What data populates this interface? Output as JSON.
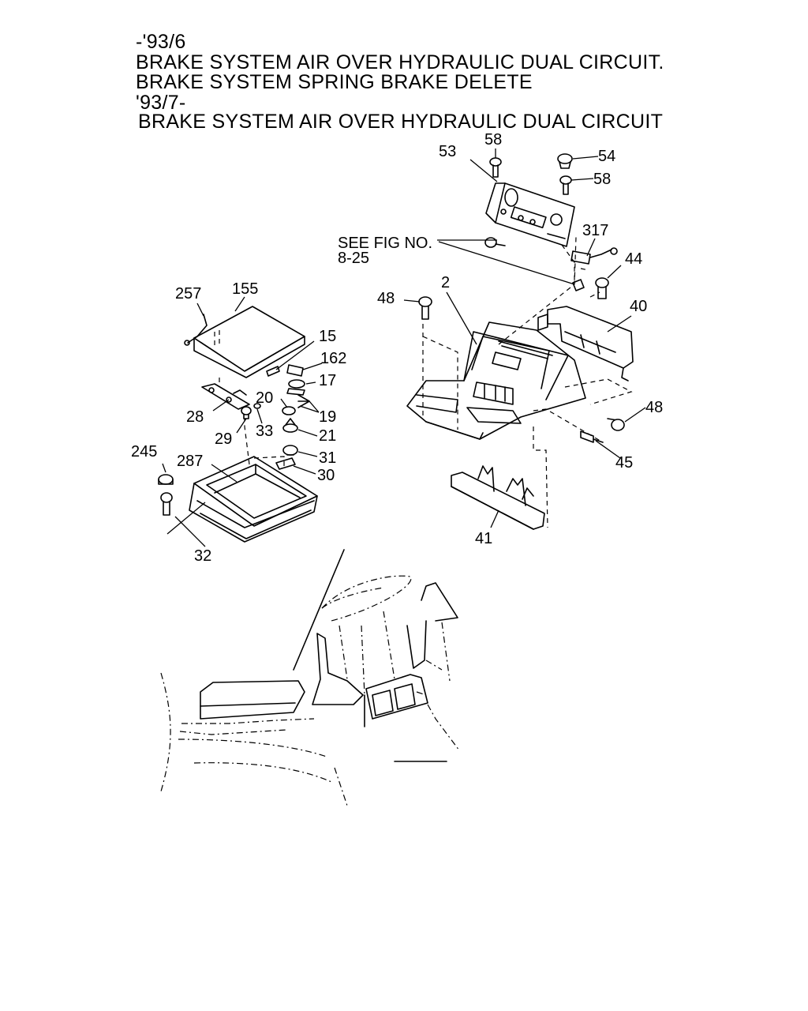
{
  "header": {
    "lines": [
      "-'93/6",
      "BRAKE SYSTEM AIR OVER HYDRAULIC DUAL CIRCUIT.",
      "BRAKE SYSTEM SPRING BRAKE DELETE",
      "'93/7-",
      "BRAKE SYSTEM AIR OVER HYDRAULIC DUAL CIRCUIT"
    ]
  },
  "reference": {
    "line1": "SEE FIG NO.",
    "line2": "8-25"
  },
  "callouts": {
    "c58a": "58",
    "c53": "53",
    "c54": "54",
    "c58b": "58",
    "c317": "317",
    "c44": "44",
    "c2": "2",
    "c48a": "48",
    "c40": "40",
    "c48b": "48",
    "c45": "45",
    "c41": "41",
    "c257": "257",
    "c155": "155",
    "c15": "15",
    "c162": "162",
    "c17": "17",
    "c20": "20",
    "c19": "19",
    "c28": "28",
    "c33": "33",
    "c29": "29",
    "c21": "21",
    "c245": "245",
    "c287": "287",
    "c31": "31",
    "c30": "30",
    "c32": "32"
  }
}
